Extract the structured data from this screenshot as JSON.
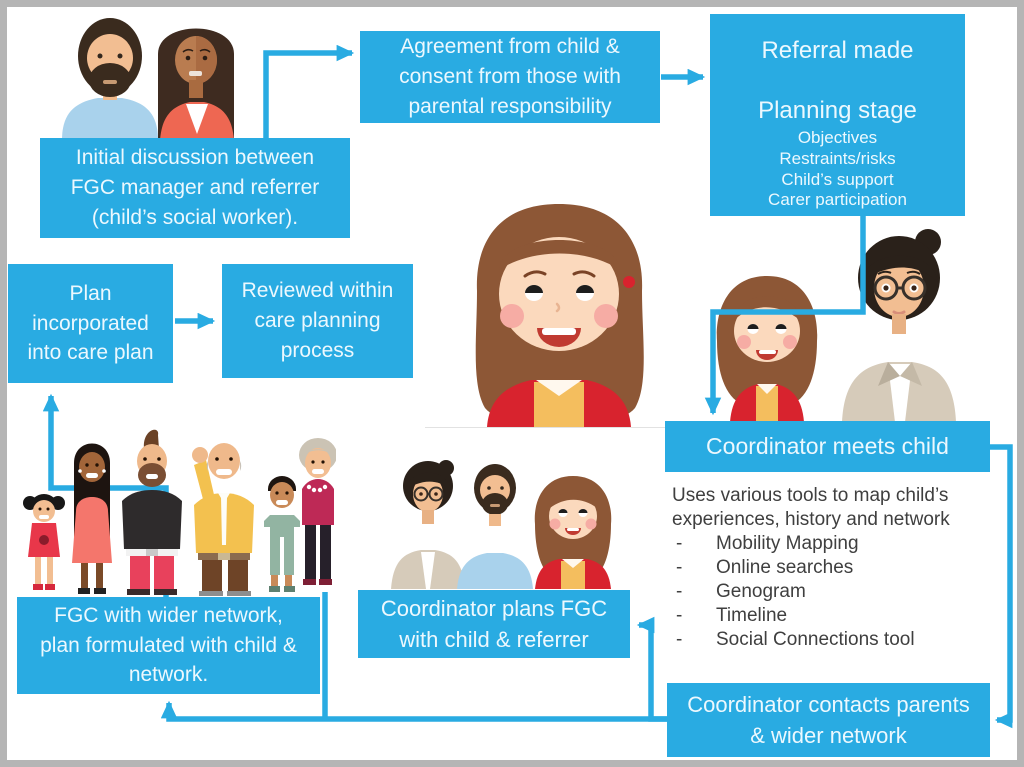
{
  "title": "FGC process flow diagram",
  "colors": {
    "accent_blue": "#29ABE2",
    "box_text": "#ECF8FE",
    "body_text": "#3F3F3F",
    "frame_border": "#B5B5B5",
    "background": "#FFFFFF"
  },
  "nodes": {
    "initial_discussion": [
      "Initial discussion between",
      "FGC manager and referrer",
      "(child’s social worker)."
    ],
    "agreement": [
      "Agreement from child &",
      "consent from those with",
      "parental responsibility"
    ],
    "referral": {
      "title": "Referral made",
      "subtitle": "Planning stage",
      "items": [
        "Objectives",
        "Restraints/risks",
        "Child’s support",
        "Carer participation"
      ]
    },
    "plan_incorporated": [
      "Plan",
      "incorporated",
      "into care plan"
    ],
    "reviewed": [
      "Reviewed within",
      "care planning",
      "process"
    ],
    "fgc_wider": [
      "FGC with wider network,",
      "plan formulated with child &",
      "network."
    ],
    "plans_fgc": [
      "Coordinator plans FGC",
      "with child & referrer"
    ],
    "meets_child": "Coordinator meets child",
    "contacts_parents": [
      "Coordinator contacts parents",
      "& wider network"
    ]
  },
  "tools_note": {
    "intro": [
      "Uses various tools to map child’s",
      "experiences, history and network"
    ],
    "bullet": "-",
    "items": [
      "Mobility Mapping",
      "Online searches",
      "Genogram",
      "Timeline",
      "Social Connections tool"
    ]
  },
  "illustrations": {
    "manager_and_referrer": "fgc-manager-and-referrer-illustration",
    "large_child": "child-portrait-illustration",
    "child_and_coordinator": "child-and-coordinator-illustration",
    "coordinator_referrer_child": "coordinator-referrer-child-illustration",
    "family_network": "family-wider-network-illustration"
  }
}
